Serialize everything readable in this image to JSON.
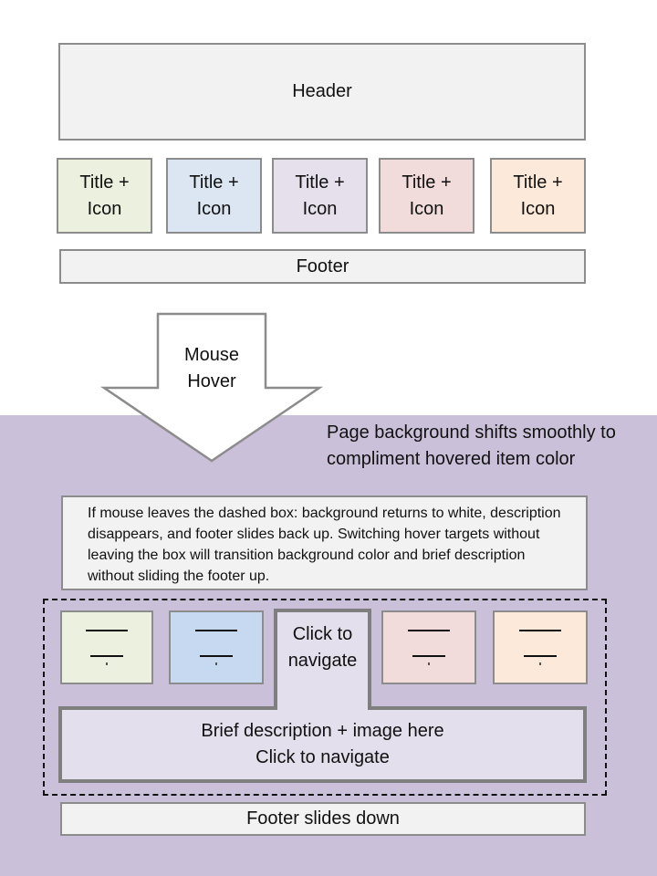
{
  "top": {
    "header_label": "Header",
    "tiles": [
      {
        "label": "Title + Icon",
        "color": "#ebf1de"
      },
      {
        "label": "Title + Icon",
        "color": "#dce6f2"
      },
      {
        "label": "Title + Icon",
        "color": "#e6e0ec"
      },
      {
        "label": "Title + Icon",
        "color": "#f2dcdb"
      },
      {
        "label": "Title + Icon",
        "color": "#fde9d9"
      }
    ],
    "footer_label": "Footer"
  },
  "arrow": {
    "label": "Mouse Hover"
  },
  "bottom": {
    "background_note": "Page background shifts smoothly to compliment hovered item color",
    "explanation": "If mouse leaves the dashed box: background returns to white, description disappears, and footer slides back up. Switching hover targets without leaving the box will transition background color and brief description without sliding the footer up.",
    "hovered_tile_label": "Click to navigate",
    "description_label": "Brief description + image here Click to navigate",
    "footer_label": "Footer slides down",
    "page_background_color": "#cbc0da"
  }
}
